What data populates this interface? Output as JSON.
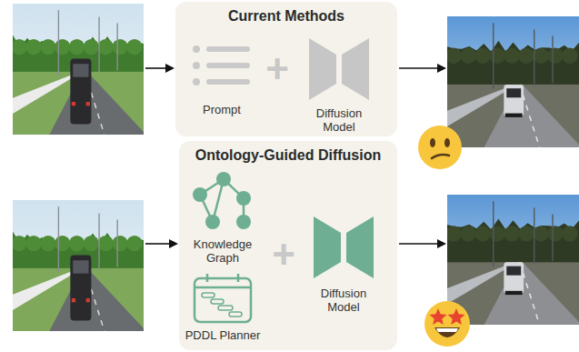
{
  "diagram": {
    "nodes": [
      {
        "text": [
          "Current Methods"
        ]
      },
      {
        "text": [
          "Prompt"
        ],
        "in": 0
      },
      {
        "text": [
          "Diffusion Model"
        ],
        "in": 0
      },
      {
        "text": [
          "Ontology-Guided Diffusion"
        ]
      },
      {
        "text": [
          "Knowledge Graph"
        ],
        "in": 3
      },
      {
        "text": [
          "PDDL Planner"
        ],
        "in": 3
      },
      {
        "text": [
          "Diffusion Model"
        ],
        "in": 3
      }
    ],
    "labels": [
      "+",
      "+"
    ]
  }
}
